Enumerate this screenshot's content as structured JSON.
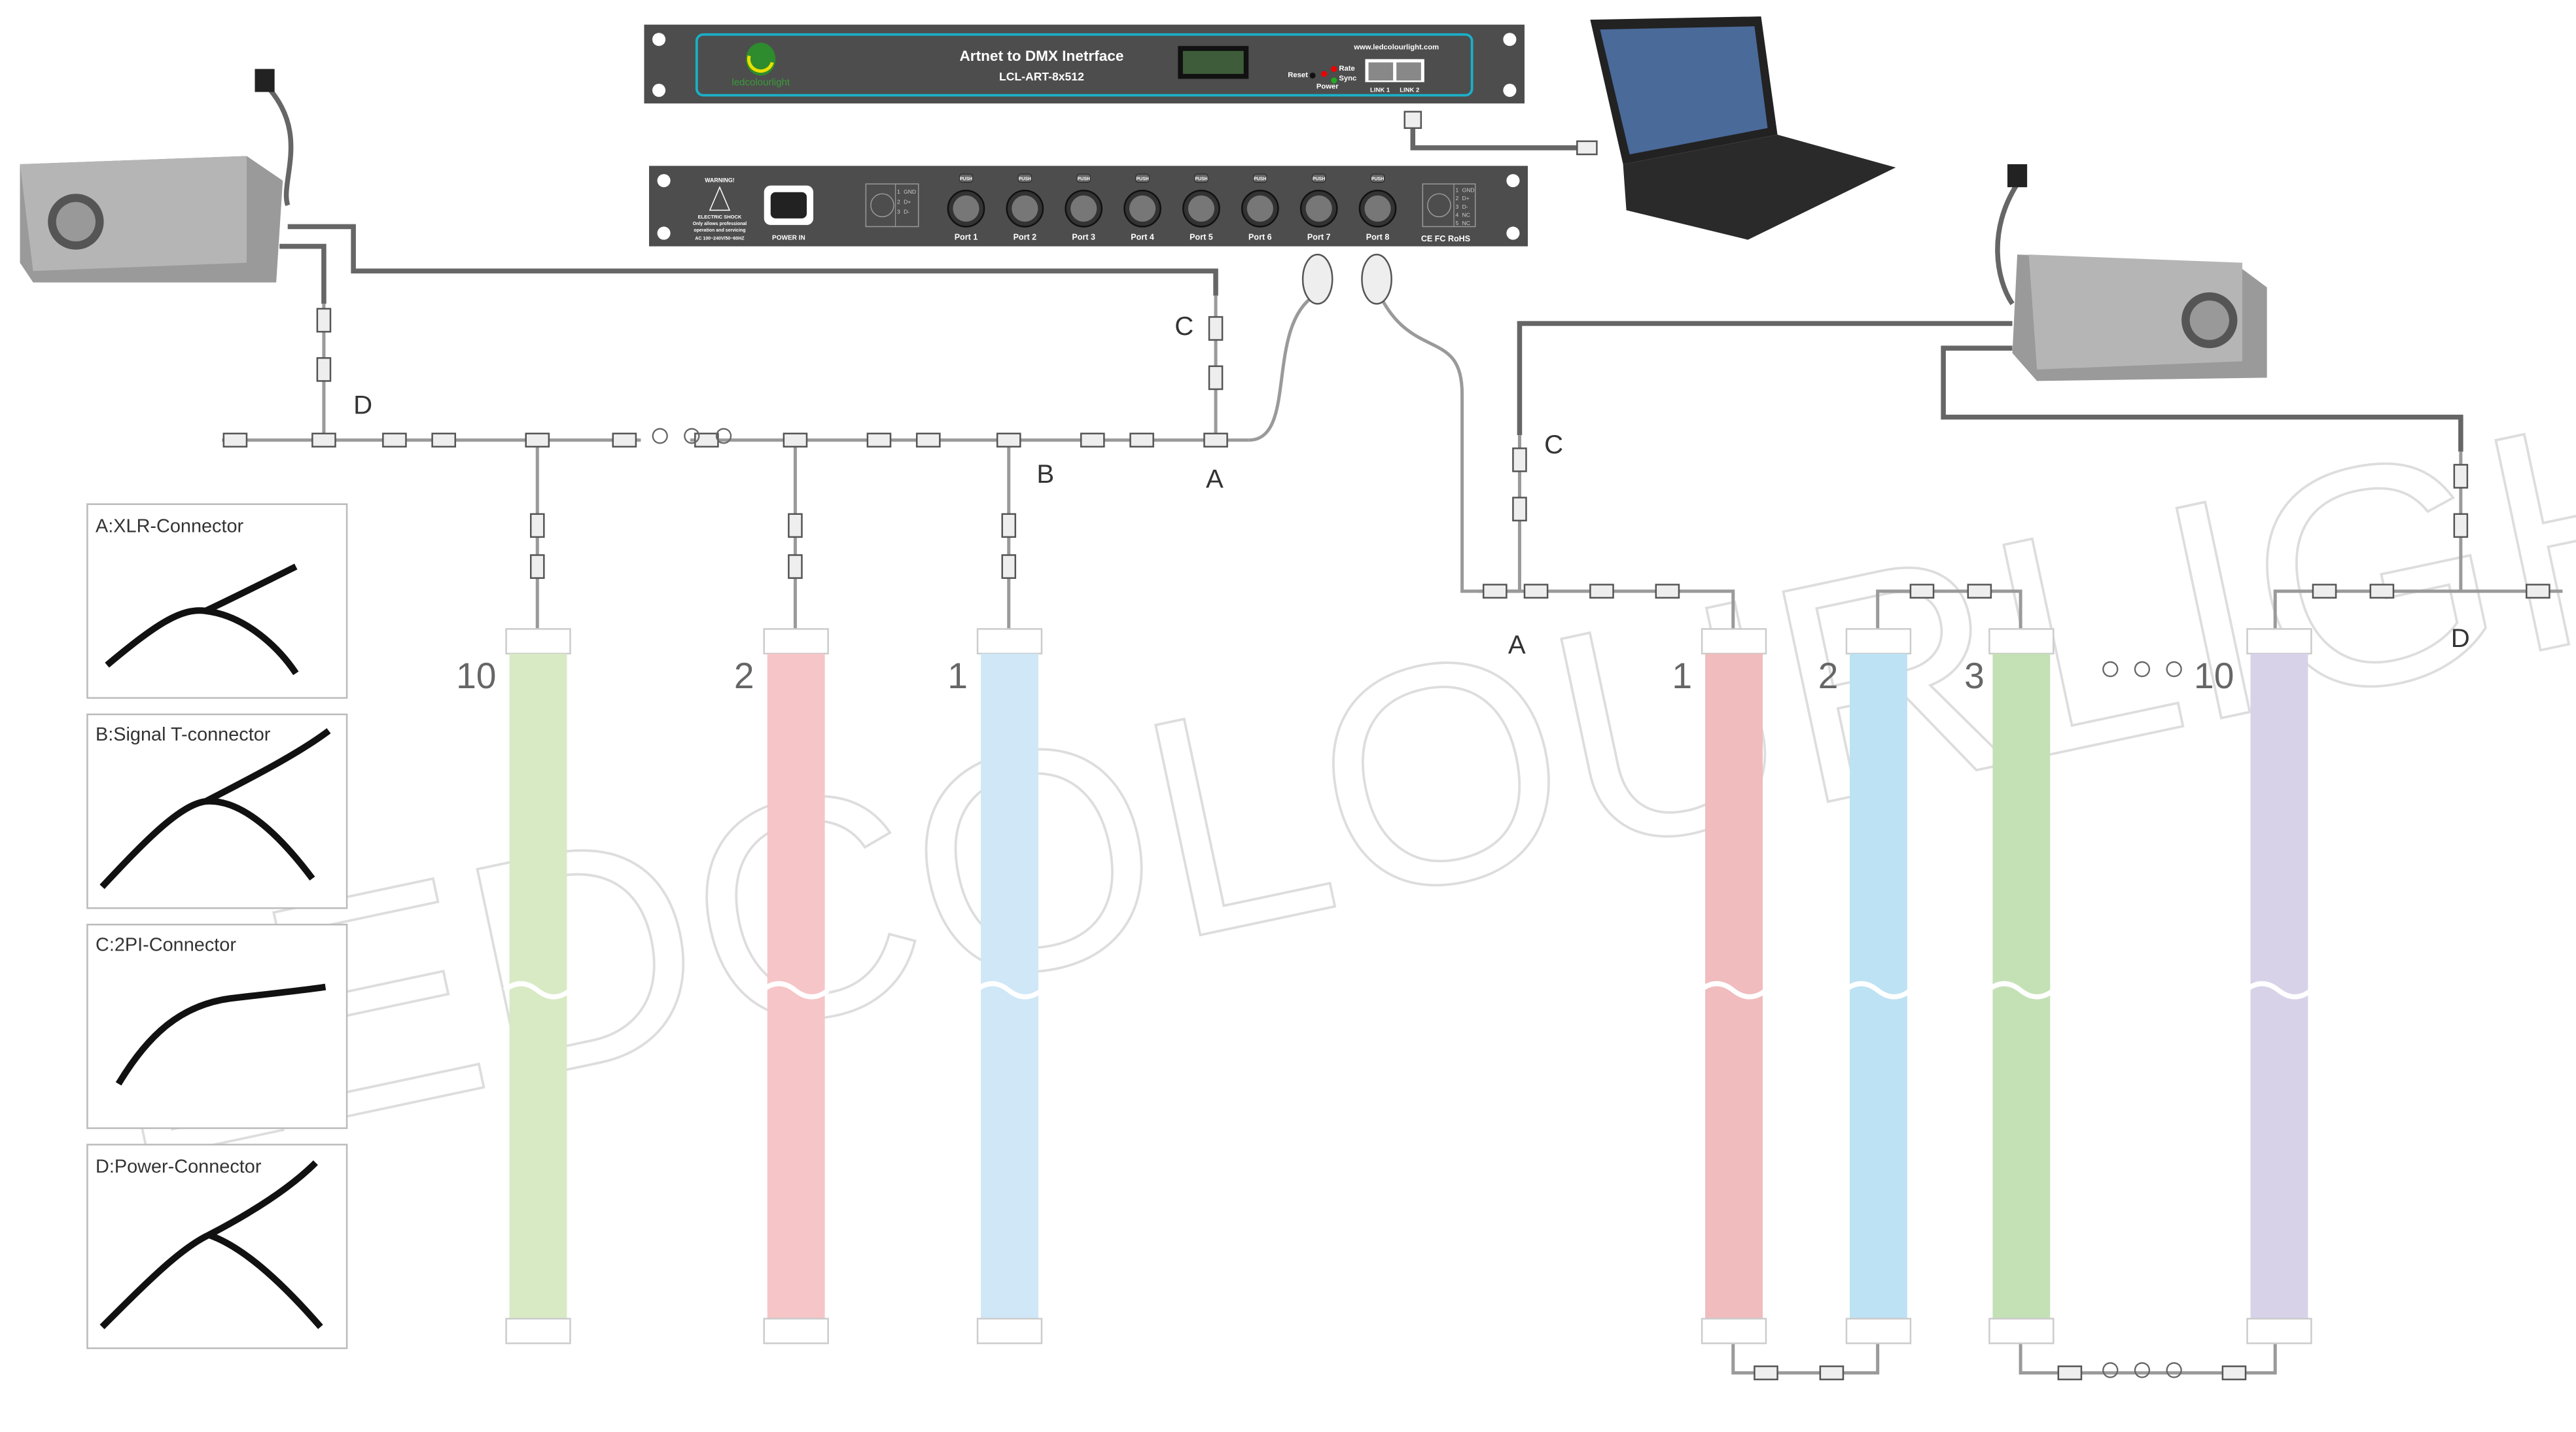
{
  "watermark": "LEDCOLOURLIGHT",
  "controller_front": {
    "title": "Artnet to DMX Inetrface",
    "model": "LCL-ART-8x512",
    "website": "www.ledcolourlight.com",
    "logo_text": "ledcolourlight",
    "reset": "Reset",
    "power": "Power",
    "rate": "Rate",
    "sync": "Sync",
    "link1": "LINK 1",
    "link2": "LINK 2",
    "accent_color": "#1ab0c8"
  },
  "controller_back": {
    "warning": "WARNING!",
    "shock": "ELECTRIC SHOCK",
    "note1": "Only allows professional",
    "note2": "operation and servicing",
    "voltage": "AC 100~240V/50~60HZ",
    "power_in": "POWER IN",
    "ports": [
      "Port 1",
      "Port 2",
      "Port 3",
      "Port 4",
      "Port 5",
      "Port 6",
      "Port 7",
      "Port 8"
    ],
    "push": "PUSH",
    "pinout3": [
      "1",
      "GND",
      "2",
      "D+",
      "3",
      "D-"
    ],
    "pinout5": [
      "1",
      "GND",
      "2",
      "D+",
      "3",
      "D-",
      "4",
      "NC",
      "5",
      "NC"
    ],
    "certs": "CE FC RoHS"
  },
  "labels": {
    "left_d": "D",
    "left_c": "C",
    "left_a": "A",
    "left_b": "B",
    "right_c": "C",
    "right_a": "A",
    "right_d": "D",
    "dots": "○ ○ ○"
  },
  "left_tubes": [
    {
      "num": "10",
      "color": "#d8eac4"
    },
    {
      "num": "2",
      "color": "#f6c5c7"
    },
    {
      "num": "1",
      "color": "#cfe7f7"
    }
  ],
  "right_tubes": [
    {
      "num": "1",
      "color": "#f0bcbe"
    },
    {
      "num": "2",
      "color": "#bde2f3"
    },
    {
      "num": "3",
      "color": "#c4e1b5"
    },
    {
      "num": "10",
      "color": "#d8d2e9"
    }
  ],
  "legend": [
    "A:XLR-Connector",
    "B:Signal T-connector",
    "C:2PI-Connector",
    "D:Power-Connector"
  ]
}
